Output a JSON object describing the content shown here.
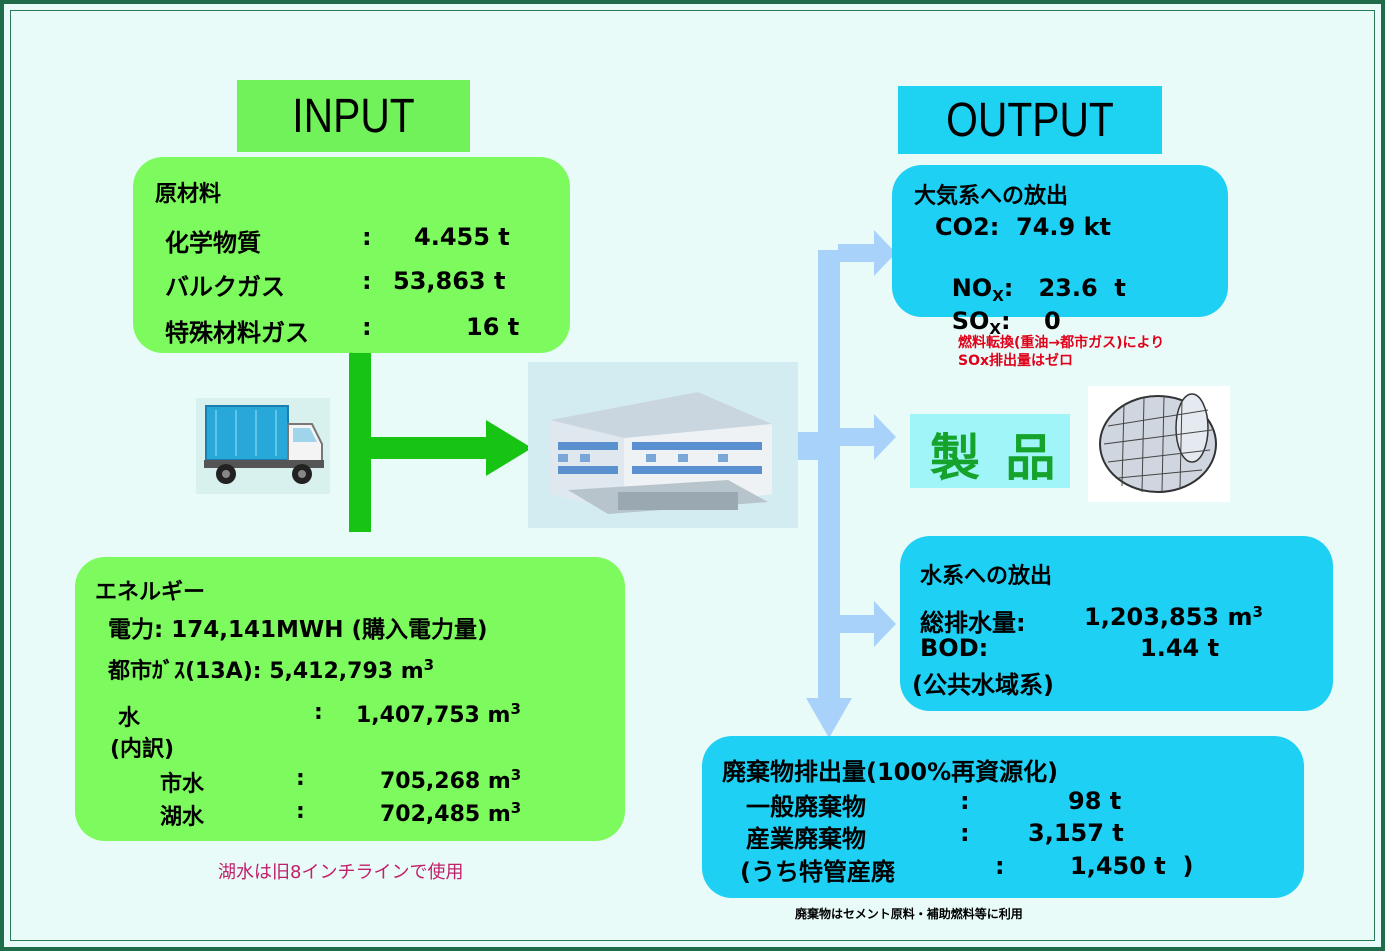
{
  "input": {
    "title": "INPUT",
    "raw_materials": {
      "heading": "原材料",
      "rows": [
        {
          "label": "化学物質",
          "sep": ":",
          "value": "4.455 t"
        },
        {
          "label": "バルクガス",
          "sep": ":",
          "value": "53,863 t"
        },
        {
          "label": "特殊材料ガス",
          "sep": ":",
          "value": "16 t"
        }
      ]
    },
    "energy": {
      "heading": "エネルギー",
      "electricity": "電力: 174,141MWH (購入電力量)",
      "gas_label": "都市ｶﾞｽ(13A): 5,412,793 m",
      "water_label": "水",
      "water_sep": ":",
      "water_value": "1,407,753 m",
      "breakdown": "(内訳)",
      "city_water_label": "市水",
      "city_water_sep": ":",
      "city_water_value": "705,268 m",
      "lake_water_label": "湖水",
      "lake_water_sep": ":",
      "lake_water_value": "702,485 m",
      "unit_sup": "3"
    },
    "note": "湖水は旧8インチラインで使用"
  },
  "output": {
    "title": "OUTPUT",
    "air": {
      "heading": "大気系への放出",
      "co2": "CO2:  74.9 kt",
      "nox_label": "NO",
      "nox_sub": "X",
      "nox_value": ":   23.6  t",
      "sox_label": "SO",
      "sox_sub": "X",
      "sox_value": ":    0",
      "note_line1": "燃料転換(重油→都市ガス)により",
      "note_line2": "SOx排出量はゼロ"
    },
    "product": {
      "label": "製 品"
    },
    "water": {
      "heading": "水系への放出",
      "drain_label": "総排水量:",
      "drain_value": "1,203,853 m",
      "unit_sup": "3",
      "bod_label": "BOD:",
      "bod_value": "1.44 t",
      "public": "(公共水域系)"
    },
    "waste": {
      "heading": "廃棄物排出量(100%再資源化)",
      "general_label": "一般廃棄物",
      "general_sep": ":",
      "general_value": "98 t",
      "industrial_label": "産業廃棄物",
      "industrial_sep": ":",
      "industrial_value": "3,157 t",
      "special_label": "(うち特管産廃",
      "special_sep": ":",
      "special_value": "1,450 t  )",
      "note": "廃棄物はセメント原料・補助燃料等に利用"
    }
  },
  "colors": {
    "green": "#7dfa5e",
    "green_title": "#71f25a",
    "dark_green_arrow": "#17c414",
    "blue": "#1fd0f5",
    "blue_title": "#1ed2f2",
    "light_blue_arrow": "#a9d2fb",
    "product_bg": "#9ff5f8",
    "product_text": "#15a32c",
    "red_note": "#e0001a",
    "pink_note": "#c0206a",
    "frame": "#1f6b4a"
  },
  "icons": [
    "truck-icon",
    "factory-building-icon",
    "wafer-cylinder-icon"
  ]
}
